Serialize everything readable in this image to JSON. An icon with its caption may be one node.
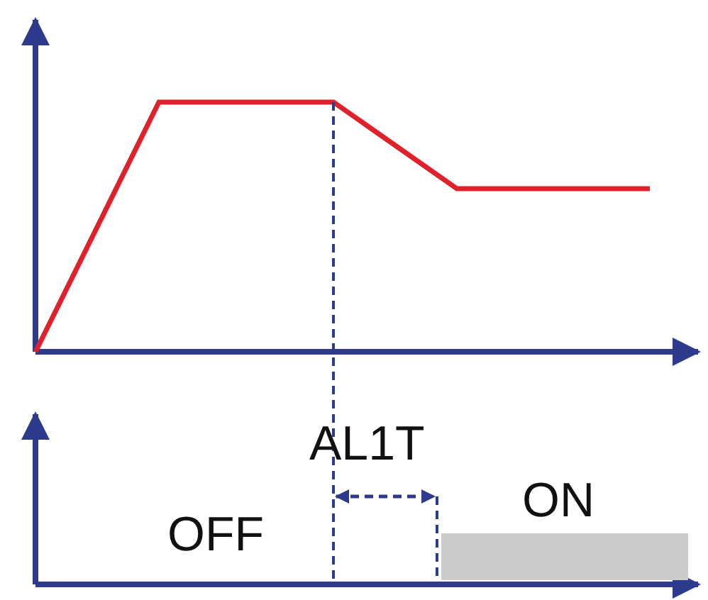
{
  "diagram": {
    "nodes": [
      {
        "text": [],
        "shape": "bar",
        "beside": [
          "ON"
        ]
      }
    ],
    "labels": [
      "AL1T",
      "OFF"
    ]
  }
}
